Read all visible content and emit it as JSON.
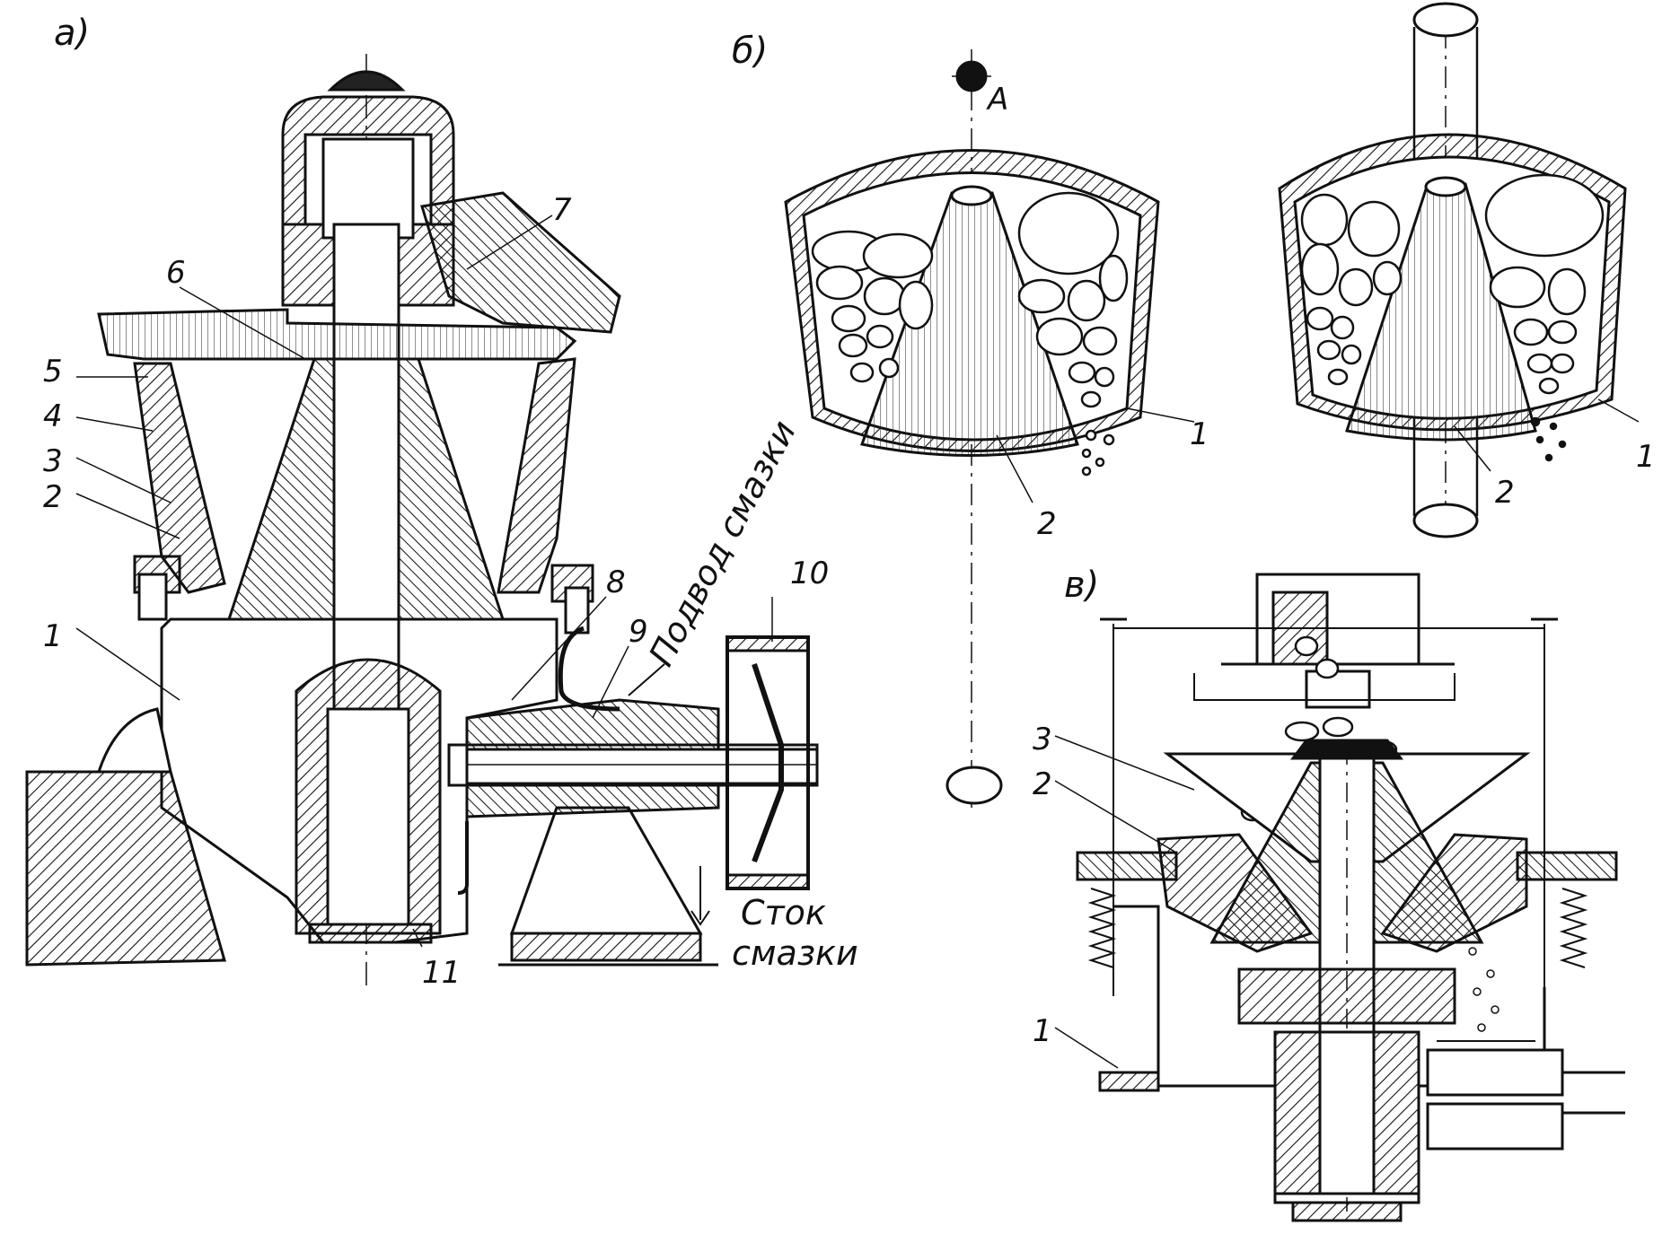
{
  "panels": {
    "a": {
      "label": "а)",
      "callouts": [
        "1",
        "2",
        "3",
        "4",
        "5",
        "6",
        "7",
        "8",
        "9",
        "10",
        "11"
      ],
      "lubrication_in": "Подвод смазки",
      "lubrication_out_1": "Сток",
      "lubrication_out_2": "смазки"
    },
    "b": {
      "label": "б)",
      "point": "A",
      "left_callouts": [
        "1",
        "2"
      ],
      "right_callouts": [
        "1",
        "2"
      ]
    },
    "c": {
      "label": "в)",
      "callouts": [
        "1",
        "2",
        "3"
      ]
    }
  },
  "colors": {
    "ink": "#111111",
    "paper": "#ffffff"
  }
}
